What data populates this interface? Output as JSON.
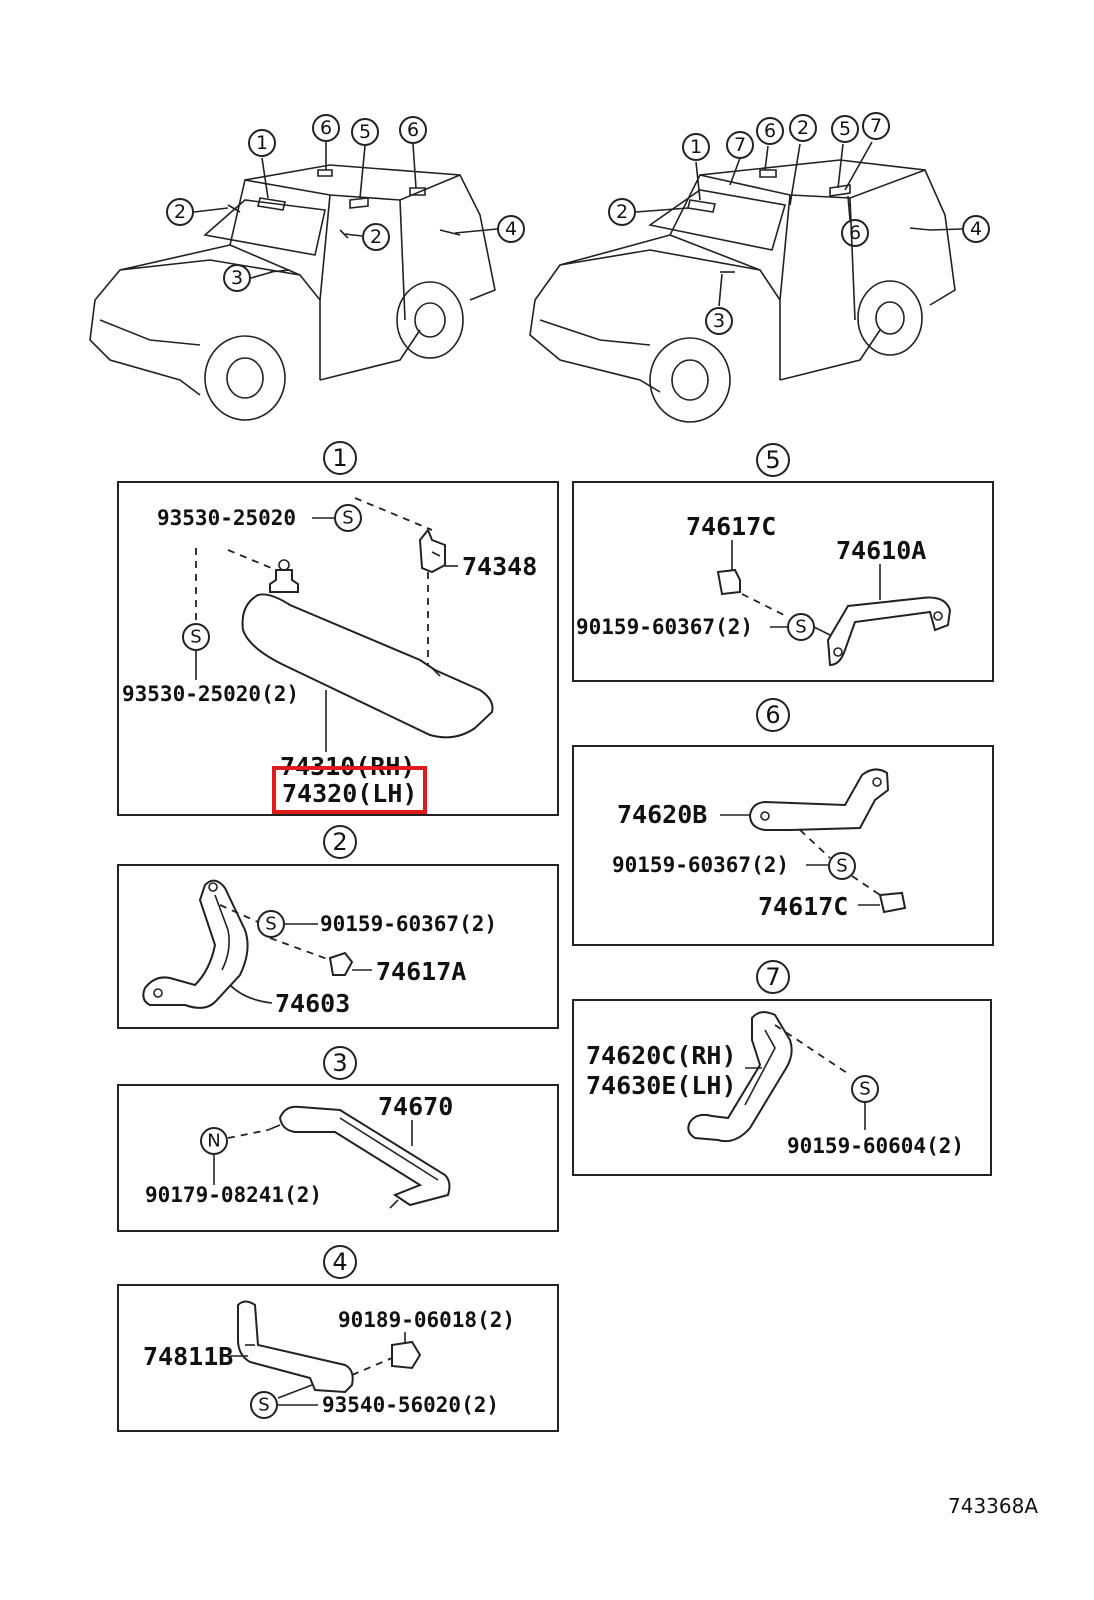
{
  "callouts": {
    "left_car": [
      "1",
      "6",
      "5",
      "6",
      "2",
      "2",
      "3",
      "4"
    ],
    "right_car": [
      "1",
      "7",
      "6",
      "2",
      "5",
      "7",
      "2",
      "6",
      "4",
      "3"
    ]
  },
  "sections": {
    "s1": {
      "number": "1",
      "labels": {
        "screw_top": "93530-25020",
        "bracket": "74348",
        "screw_left": "93530-25020(2)",
        "visor_rh": "74310(RH)",
        "visor_lh": "74320(LH)"
      },
      "symbols": {
        "s_top": "S",
        "s_left": "S"
      },
      "highlight_color": "#e01b1b"
    },
    "s2": {
      "number": "2",
      "labels": {
        "screw": "90159-60367(2)",
        "clip": "74617A",
        "grip": "74603"
      },
      "symbols": {
        "s": "S"
      }
    },
    "s3": {
      "number": "3",
      "labels": {
        "grip": "74670",
        "nut": "90179-08241(2)"
      },
      "symbols": {
        "n": "N"
      }
    },
    "s4": {
      "number": "4",
      "labels": {
        "bolt": "90189-06018(2)",
        "grip": "74811B",
        "screw": "93540-56020(2)"
      },
      "symbols": {
        "s": "S"
      }
    },
    "s5": {
      "number": "5",
      "labels": {
        "clip": "74617C",
        "grip": "74610A",
        "screw": "90159-60367(2)"
      },
      "symbols": {
        "s": "S"
      }
    },
    "s6": {
      "number": "6",
      "labels": {
        "grip": "74620B",
        "screw": "90159-60367(2)",
        "clip": "74617C"
      },
      "symbols": {
        "s": "S"
      }
    },
    "s7": {
      "number": "7",
      "labels": {
        "grip_rh": "74620C(RH)",
        "grip_lh": "74630E(LH)",
        "screw": "90159-60604(2)"
      },
      "symbols": {
        "s": "S"
      }
    }
  },
  "figure_ref": "743368A"
}
